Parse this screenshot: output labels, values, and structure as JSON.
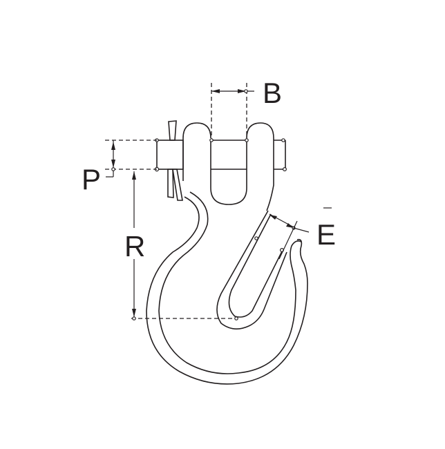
{
  "diagram": {
    "subject": "clevis grab hook technical drawing",
    "line_color": "#231f20",
    "background": "#ffffff",
    "dimension_labels": {
      "B": "B",
      "P": "P",
      "R": "R",
      "E": "E",
      "E_overbar": "–"
    }
  }
}
